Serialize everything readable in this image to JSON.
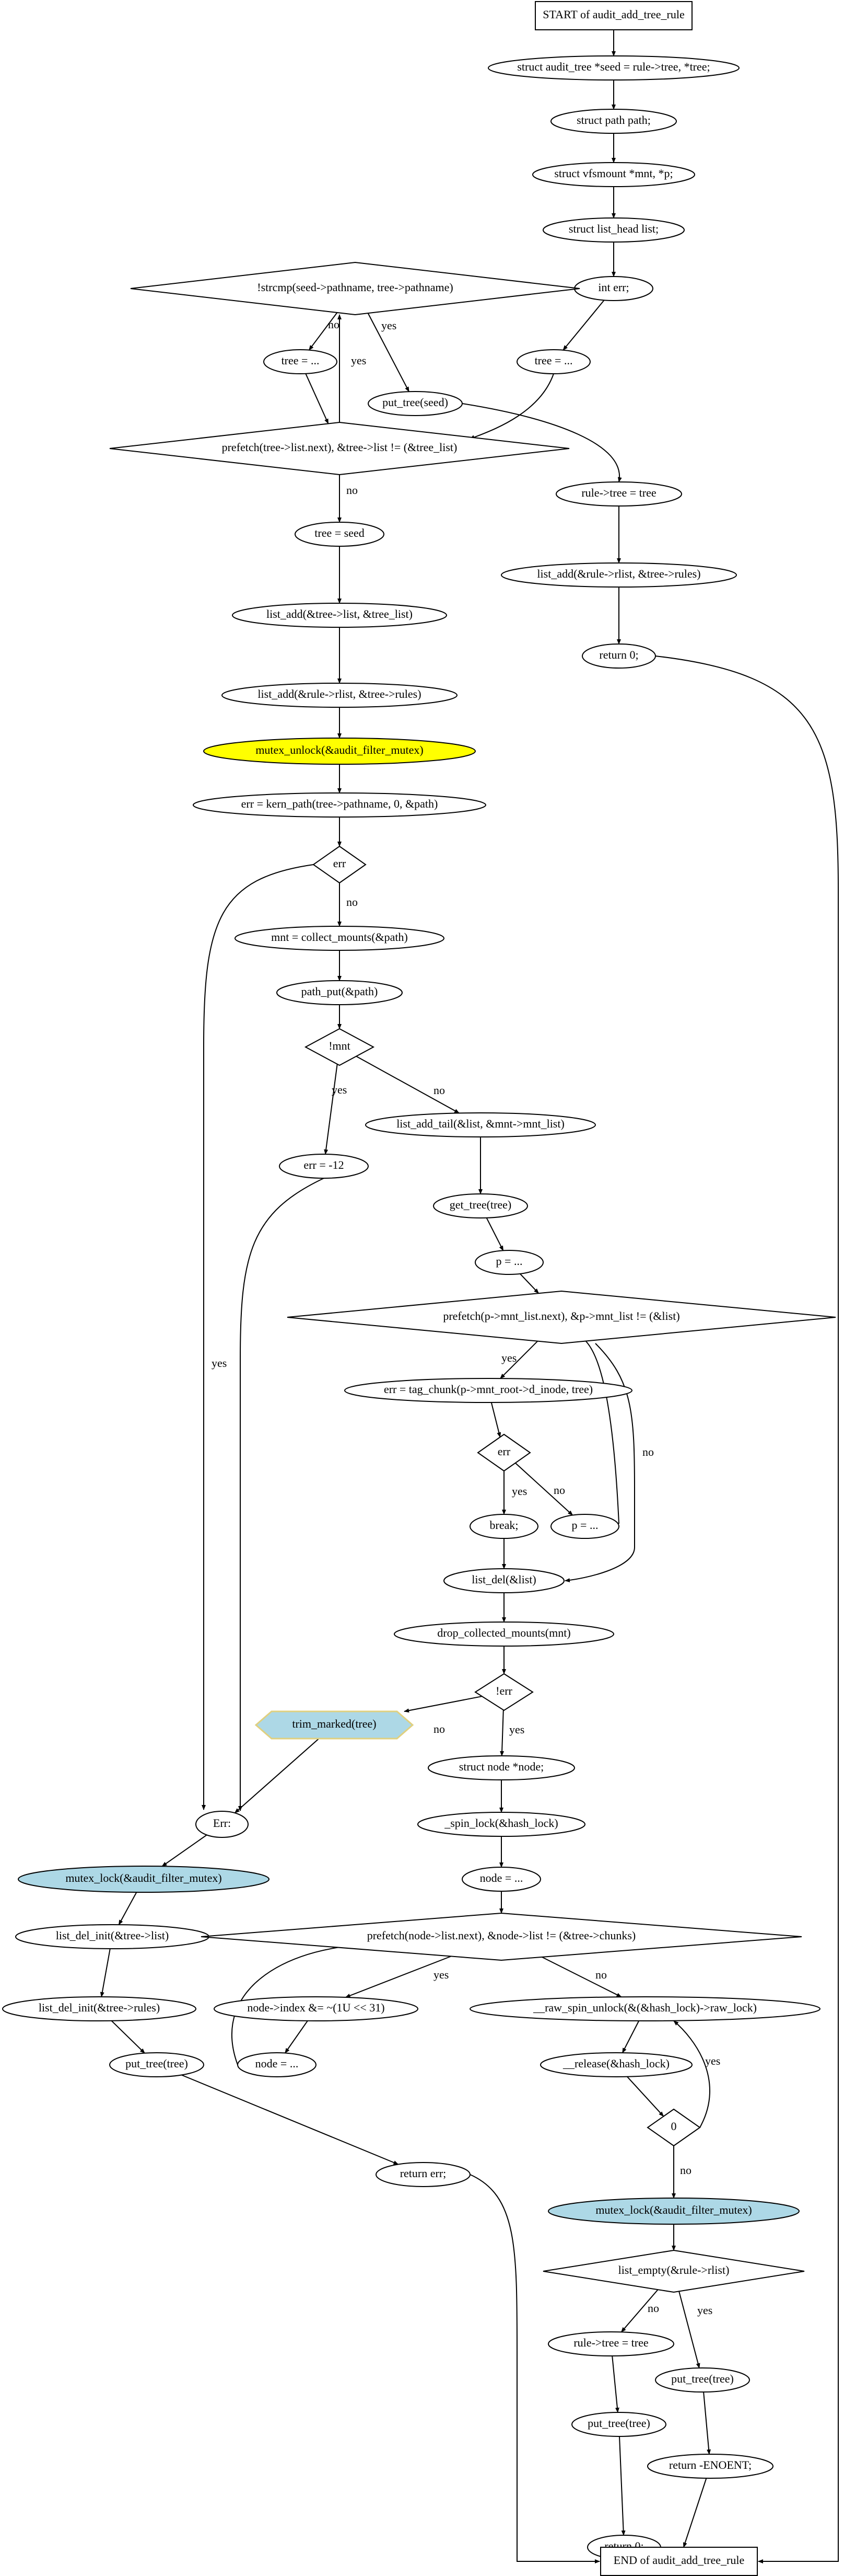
{
  "diagram": {
    "title": "START of audit_add_tree_rule",
    "colors": {
      "stroke": "#000000",
      "highlight_yellow": "#ffff00",
      "highlight_blue": "#add8e6",
      "hex_border": "#e0d080",
      "background": "#ffffff"
    },
    "nodes": [
      {
        "id": "start",
        "label": "START of audit_add_tree_rule",
        "shape": "box"
      },
      {
        "id": "n_seed",
        "label": "struct audit_tree *seed = rule->tree, *tree;",
        "shape": "ellipse"
      },
      {
        "id": "n_path",
        "label": "struct path path;",
        "shape": "ellipse"
      },
      {
        "id": "n_vfsmount",
        "label": "struct vfsmount *mnt, *p;",
        "shape": "ellipse"
      },
      {
        "id": "n_listhead",
        "label": "struct list_head list;",
        "shape": "ellipse"
      },
      {
        "id": "n_interr",
        "label": "int err;",
        "shape": "ellipse"
      },
      {
        "id": "n_tree1",
        "label": "tree = ...",
        "shape": "ellipse"
      },
      {
        "id": "d_strcmp",
        "label": "!strcmp(seed->pathname, tree->pathname)",
        "shape": "diamond"
      },
      {
        "id": "n_tree2",
        "label": "tree = ...",
        "shape": "ellipse"
      },
      {
        "id": "n_puttree_seed",
        "label": "put_tree(seed)",
        "shape": "ellipse"
      },
      {
        "id": "d_prefetch1",
        "label": "prefetch(tree->list.next), &tree->list != (&tree_list)",
        "shape": "diamond"
      },
      {
        "id": "n_ruletree",
        "label": "rule->tree = tree",
        "shape": "ellipse"
      },
      {
        "id": "n_listadd_rlist1",
        "label": "list_add(&rule->rlist, &tree->rules)",
        "shape": "ellipse"
      },
      {
        "id": "n_return0_a",
        "label": "return 0;",
        "shape": "ellipse"
      },
      {
        "id": "n_treeseed",
        "label": "tree = seed",
        "shape": "ellipse"
      },
      {
        "id": "n_listadd_tree",
        "label": "list_add(&tree->list, &tree_list)",
        "shape": "ellipse"
      },
      {
        "id": "n_listadd_rlist2",
        "label": "list_add(&rule->rlist, &tree->rules)",
        "shape": "ellipse"
      },
      {
        "id": "n_mutex_unlock",
        "label": "mutex_unlock(&audit_filter_mutex)",
        "shape": "ellipse"
      },
      {
        "id": "n_kern_path",
        "label": "err = kern_path(tree->pathname, 0, &path)",
        "shape": "ellipse"
      },
      {
        "id": "d_err1",
        "label": "err",
        "shape": "diamond"
      },
      {
        "id": "n_collect",
        "label": "mnt = collect_mounts(&path)",
        "shape": "ellipse"
      },
      {
        "id": "n_pathput",
        "label": "path_put(&path)",
        "shape": "ellipse"
      },
      {
        "id": "d_mnt",
        "label": "!mnt",
        "shape": "diamond"
      },
      {
        "id": "n_listaddtail",
        "label": "list_add_tail(&list, &mnt->mnt_list)",
        "shape": "ellipse"
      },
      {
        "id": "n_err12",
        "label": "err = -12",
        "shape": "ellipse"
      },
      {
        "id": "n_gettree",
        "label": "get_tree(tree)",
        "shape": "ellipse"
      },
      {
        "id": "n_p1",
        "label": "p = ...",
        "shape": "ellipse"
      },
      {
        "id": "d_prefetch2",
        "label": "prefetch(p->mnt_list.next), &p->mnt_list != (&list)",
        "shape": "diamond"
      },
      {
        "id": "n_tagchunk",
        "label": "err = tag_chunk(p->mnt_root->d_inode, tree)",
        "shape": "ellipse"
      },
      {
        "id": "d_err2",
        "label": "err",
        "shape": "diamond"
      },
      {
        "id": "n_break",
        "label": "break;",
        "shape": "ellipse"
      },
      {
        "id": "n_p2",
        "label": "p = ...",
        "shape": "ellipse"
      },
      {
        "id": "n_listdel",
        "label": "list_del(&list)",
        "shape": "ellipse"
      },
      {
        "id": "n_drop",
        "label": "drop_collected_mounts(mnt)",
        "shape": "ellipse"
      },
      {
        "id": "d_err3",
        "label": "!err",
        "shape": "diamond"
      },
      {
        "id": "n_trim",
        "label": "trim_marked(tree)",
        "shape": "hexagon"
      },
      {
        "id": "n_structnode",
        "label": "struct node *node;",
        "shape": "ellipse"
      },
      {
        "id": "n_Err",
        "label": "Err:",
        "shape": "ellipse"
      },
      {
        "id": "n_spinlock",
        "label": "_spin_lock(&hash_lock)",
        "shape": "ellipse"
      },
      {
        "id": "n_mutex_lock1",
        "label": "mutex_lock(&audit_filter_mutex)",
        "shape": "ellipse"
      },
      {
        "id": "n_node1",
        "label": "node = ...",
        "shape": "ellipse"
      },
      {
        "id": "n_listdelinit_list",
        "label": "list_del_init(&tree->list)",
        "shape": "ellipse"
      },
      {
        "id": "d_prefetch3",
        "label": "prefetch(node->list.next), &node->list != (&tree->chunks)",
        "shape": "diamond"
      },
      {
        "id": "n_listdelinit_rules",
        "label": "list_del_init(&tree->rules)",
        "shape": "ellipse"
      },
      {
        "id": "n_nodeindex",
        "label": "node->index &= ~(1U << 31)",
        "shape": "ellipse"
      },
      {
        "id": "n_rawunlock",
        "label": "__raw_spin_unlock(&(&hash_lock)->raw_lock)",
        "shape": "ellipse"
      },
      {
        "id": "n_puttree1",
        "label": "put_tree(tree)",
        "shape": "ellipse"
      },
      {
        "id": "n_node2",
        "label": "node = ...",
        "shape": "ellipse"
      },
      {
        "id": "n_release",
        "label": "__release(&hash_lock)",
        "shape": "ellipse"
      },
      {
        "id": "d_zero",
        "label": "0",
        "shape": "diamond"
      },
      {
        "id": "n_returnerr",
        "label": "return err;",
        "shape": "ellipse"
      },
      {
        "id": "n_mutex_lock2",
        "label": "mutex_lock(&audit_filter_mutex)",
        "shape": "ellipse"
      },
      {
        "id": "d_listempty",
        "label": "list_empty(&rule->rlist)",
        "shape": "diamond"
      },
      {
        "id": "n_ruletree2",
        "label": "rule->tree = tree",
        "shape": "ellipse"
      },
      {
        "id": "n_puttree2",
        "label": "put_tree(tree)",
        "shape": "ellipse"
      },
      {
        "id": "n_puttree3",
        "label": "put_tree(tree)",
        "shape": "ellipse"
      },
      {
        "id": "n_return_enoent",
        "label": "return -ENOENT;",
        "shape": "ellipse"
      },
      {
        "id": "n_return0_b",
        "label": "return 0;",
        "shape": "ellipse"
      },
      {
        "id": "end",
        "label": "END of audit_add_tree_rule",
        "shape": "box"
      }
    ],
    "edge_labels": {
      "no": "no",
      "yes": "yes"
    },
    "edges": [
      {
        "from": "start",
        "to": "n_seed",
        "label": ""
      },
      {
        "from": "n_seed",
        "to": "n_path",
        "label": ""
      },
      {
        "from": "n_path",
        "to": "n_vfsmount",
        "label": ""
      },
      {
        "from": "n_vfsmount",
        "to": "n_listhead",
        "label": ""
      },
      {
        "from": "n_listhead",
        "to": "n_interr",
        "label": ""
      },
      {
        "from": "n_interr",
        "to": "n_tree1",
        "label": ""
      },
      {
        "from": "n_tree1",
        "to": "d_prefetch1",
        "label": ""
      },
      {
        "from": "d_strcmp",
        "to": "n_tree2",
        "label": "no"
      },
      {
        "from": "d_strcmp",
        "to": "n_puttree_seed",
        "label": "yes"
      },
      {
        "from": "n_tree2",
        "to": "d_prefetch1",
        "label": ""
      },
      {
        "from": "d_prefetch1",
        "to": "d_strcmp",
        "label": "yes"
      },
      {
        "from": "n_puttree_seed",
        "to": "n_ruletree",
        "label": ""
      },
      {
        "from": "d_prefetch1",
        "to": "n_treeseed",
        "label": "no"
      },
      {
        "from": "n_ruletree",
        "to": "n_listadd_rlist1",
        "label": ""
      },
      {
        "from": "n_listadd_rlist1",
        "to": "n_return0_a",
        "label": ""
      },
      {
        "from": "n_return0_a",
        "to": "end",
        "label": ""
      },
      {
        "from": "n_treeseed",
        "to": "n_listadd_tree",
        "label": ""
      },
      {
        "from": "n_listadd_tree",
        "to": "n_listadd_rlist2",
        "label": ""
      },
      {
        "from": "n_listadd_rlist2",
        "to": "n_mutex_unlock",
        "label": ""
      },
      {
        "from": "n_mutex_unlock",
        "to": "n_kern_path",
        "label": ""
      },
      {
        "from": "n_kern_path",
        "to": "d_err1",
        "label": ""
      },
      {
        "from": "d_err1",
        "to": "n_collect",
        "label": "no"
      },
      {
        "from": "d_err1",
        "to": "n_Err",
        "label": "yes"
      },
      {
        "from": "n_collect",
        "to": "n_pathput",
        "label": ""
      },
      {
        "from": "n_pathput",
        "to": "d_mnt",
        "label": ""
      },
      {
        "from": "d_mnt",
        "to": "n_err12",
        "label": "yes"
      },
      {
        "from": "d_mnt",
        "to": "n_listaddtail",
        "label": "no"
      },
      {
        "from": "n_err12",
        "to": "n_Err",
        "label": ""
      },
      {
        "from": "n_listaddtail",
        "to": "n_gettree",
        "label": ""
      },
      {
        "from": "n_gettree",
        "to": "n_p1",
        "label": ""
      },
      {
        "from": "n_p1",
        "to": "d_prefetch2",
        "label": ""
      },
      {
        "from": "d_prefetch2",
        "to": "n_tagchunk",
        "label": "yes"
      },
      {
        "from": "d_prefetch2",
        "to": "n_listdel",
        "label": "no"
      },
      {
        "from": "n_tagchunk",
        "to": "d_err2",
        "label": ""
      },
      {
        "from": "d_err2",
        "to": "n_break",
        "label": "yes"
      },
      {
        "from": "d_err2",
        "to": "n_p2",
        "label": "no"
      },
      {
        "from": "n_p2",
        "to": "d_prefetch2",
        "label": ""
      },
      {
        "from": "n_break",
        "to": "n_listdel",
        "label": ""
      },
      {
        "from": "n_listdel",
        "to": "n_drop",
        "label": ""
      },
      {
        "from": "n_drop",
        "to": "d_err3",
        "label": ""
      },
      {
        "from": "d_err3",
        "to": "n_trim",
        "label": "no"
      },
      {
        "from": "d_err3",
        "to": "n_structnode",
        "label": "yes"
      },
      {
        "from": "n_trim",
        "to": "n_Err",
        "label": ""
      },
      {
        "from": "n_structnode",
        "to": "n_spinlock",
        "label": ""
      },
      {
        "from": "n_Err",
        "to": "n_mutex_lock1",
        "label": ""
      },
      {
        "from": "n_spinlock",
        "to": "n_node1",
        "label": ""
      },
      {
        "from": "n_mutex_lock1",
        "to": "n_listdelinit_list",
        "label": ""
      },
      {
        "from": "n_node1",
        "to": "d_prefetch3",
        "label": ""
      },
      {
        "from": "n_listdelinit_list",
        "to": "n_listdelinit_rules",
        "label": ""
      },
      {
        "from": "d_prefetch3",
        "to": "n_nodeindex",
        "label": "yes"
      },
      {
        "from": "d_prefetch3",
        "to": "n_rawunlock",
        "label": "no"
      },
      {
        "from": "n_nodeindex",
        "to": "n_node2",
        "label": ""
      },
      {
        "from": "n_node2",
        "to": "d_prefetch3",
        "label": ""
      },
      {
        "from": "n_listdelinit_rules",
        "to": "n_puttree1",
        "label": ""
      },
      {
        "from": "n_rawunlock",
        "to": "n_release",
        "label": ""
      },
      {
        "from": "n_release",
        "to": "d_zero",
        "label": ""
      },
      {
        "from": "d_zero",
        "to": "n_rawunlock",
        "label": "yes"
      },
      {
        "from": "d_zero",
        "to": "n_mutex_lock2",
        "label": "no"
      },
      {
        "from": "n_puttree1",
        "to": "n_returnerr",
        "label": ""
      },
      {
        "from": "n_returnerr",
        "to": "end",
        "label": ""
      },
      {
        "from": "n_mutex_lock2",
        "to": "d_listempty",
        "label": ""
      },
      {
        "from": "d_listempty",
        "to": "n_ruletree2",
        "label": "no"
      },
      {
        "from": "d_listempty",
        "to": "n_puttree3",
        "label": "yes"
      },
      {
        "from": "n_ruletree2",
        "to": "n_puttree2",
        "label": ""
      },
      {
        "from": "n_puttree3",
        "to": "n_return_enoent",
        "label": ""
      },
      {
        "from": "n_puttree2",
        "to": "n_return0_b",
        "label": ""
      },
      {
        "from": "n_return0_b",
        "to": "end",
        "label": ""
      },
      {
        "from": "n_return_enoent",
        "to": "end",
        "label": ""
      }
    ]
  }
}
